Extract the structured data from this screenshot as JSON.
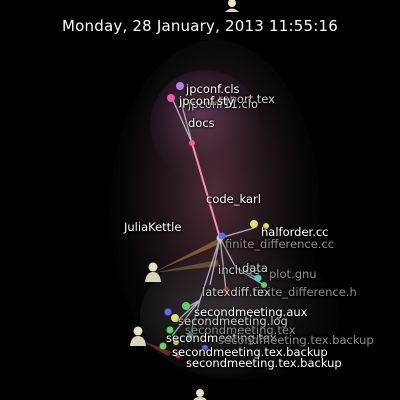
{
  "timestamp": "Monday, 28 January, 2013 11:55:16",
  "users": {
    "top": "",
    "julia": "JuliaKettle",
    "left": "",
    "bottom": ""
  },
  "directories": {
    "root": "code_karl",
    "docs": "docs",
    "include": "include",
    "data": "data"
  },
  "files": {
    "jpconf_cls": "jpconf.cls",
    "report_tex": "report.tex",
    "jpconf11_clo": "jpconf11.clo",
    "jpconf_sty": "jpconf.sty",
    "halforder_cc": "halforder.cc",
    "finitediff_cc": "finite_difference.cc",
    "finitediff_h": "finite_difference.h",
    "plot_gnu": "plot.gnu",
    "latexdiff_tex": "latexdiff.tex",
    "secondmeeting_aux": "secondmeeting.aux",
    "secondmeeting_log": "secondmeeting.log",
    "secondmeeting_tex": "secondmeeting.tex",
    "secondmeeting_tex_backup": "secondmeeting.tex.backup"
  },
  "colors": {
    "background": "#000000",
    "root_edge": "#ff8ab8",
    "file_purple": "#b77cf0",
    "file_pink": "#e85aa8",
    "file_yellow": "#e0e26a",
    "file_green": "#5fd160",
    "file_teal": "#5ad0c0",
    "file_blue": "#5a6cf0",
    "file_red": "#e0504a"
  }
}
